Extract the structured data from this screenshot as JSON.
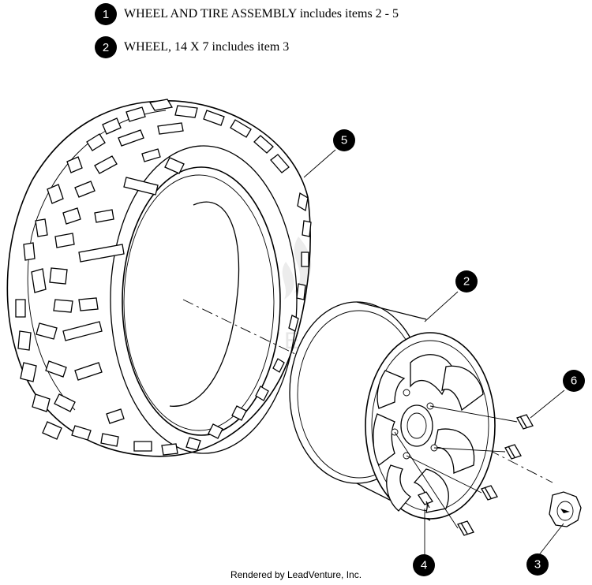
{
  "notes": [
    {
      "num": "1",
      "text": "WHEEL AND TIRE ASSEMBLY includes items 2 - 5"
    },
    {
      "num": "2",
      "text": "WHEEL, 14 X 7 includes item 3"
    }
  ],
  "callouts": {
    "tire": "5",
    "wheel": "2",
    "lug_nut": "6",
    "center_cap": "3",
    "valve_stem": "4"
  },
  "watermark": "LEADVENTURE",
  "footer": "Rendered by LeadVenture, Inc."
}
